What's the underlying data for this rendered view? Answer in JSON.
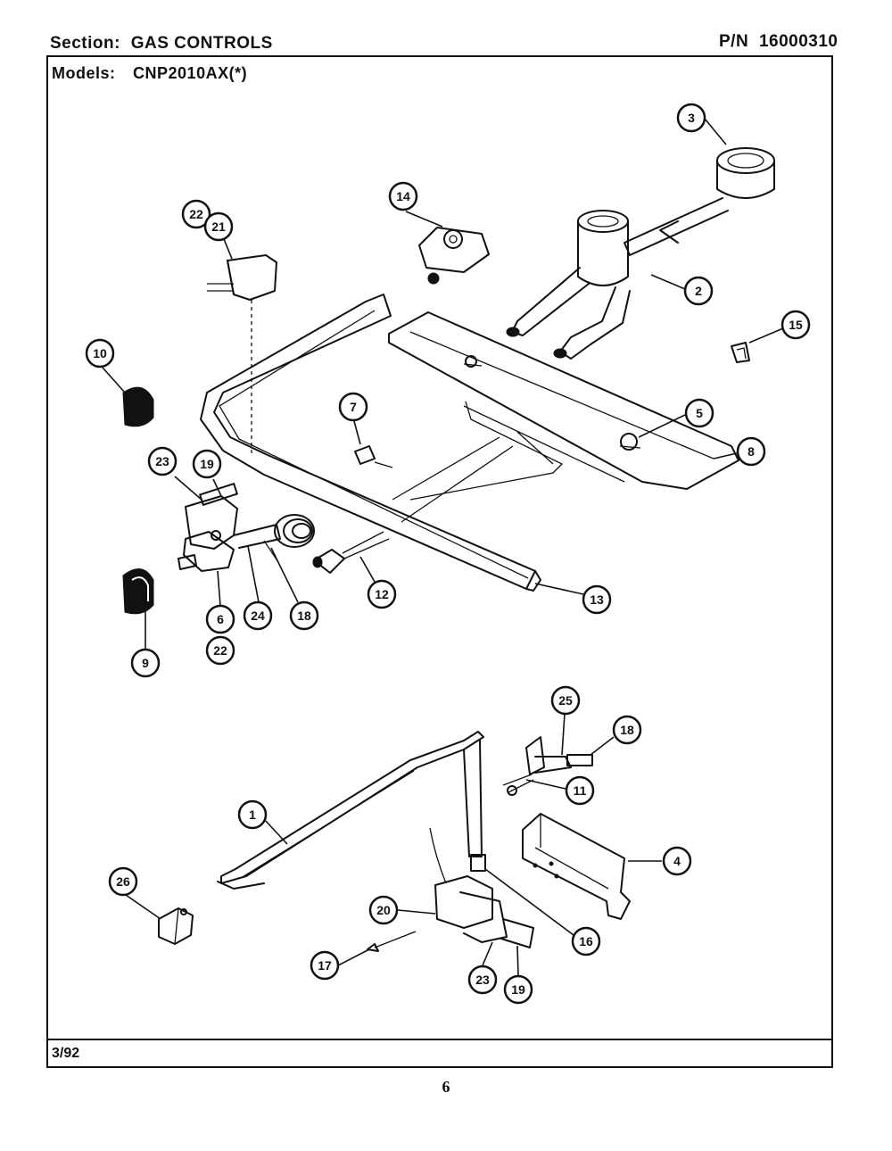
{
  "header": {
    "section_label": "Section:",
    "section_value": "GAS CONTROLS",
    "pn_label": "P/N",
    "pn_value": "16000310"
  },
  "models": {
    "label": "Models:",
    "value": "CNP2010AX(*)"
  },
  "footer": {
    "date": "3/92",
    "page_number": "6"
  },
  "callouts": [
    {
      "key": "c3",
      "label": "3"
    },
    {
      "key": "c14",
      "label": "14"
    },
    {
      "key": "c22a",
      "label": "22"
    },
    {
      "key": "c21",
      "label": "21"
    },
    {
      "key": "c2",
      "label": "2"
    },
    {
      "key": "c15",
      "label": "15"
    },
    {
      "key": "c10",
      "label": "10"
    },
    {
      "key": "c7",
      "label": "7"
    },
    {
      "key": "c5",
      "label": "5"
    },
    {
      "key": "c8",
      "label": "8"
    },
    {
      "key": "c23a",
      "label": "23"
    },
    {
      "key": "c19a",
      "label": "19"
    },
    {
      "key": "c12",
      "label": "12"
    },
    {
      "key": "c13",
      "label": "13"
    },
    {
      "key": "c6",
      "label": "6"
    },
    {
      "key": "c24",
      "label": "24"
    },
    {
      "key": "c18a",
      "label": "18"
    },
    {
      "key": "c22b",
      "label": "22"
    },
    {
      "key": "c9",
      "label": "9"
    },
    {
      "key": "c25",
      "label": "25"
    },
    {
      "key": "c18b",
      "label": "18"
    },
    {
      "key": "c11",
      "label": "11"
    },
    {
      "key": "c1",
      "label": "1"
    },
    {
      "key": "c4",
      "label": "4"
    },
    {
      "key": "c26",
      "label": "26"
    },
    {
      "key": "c20",
      "label": "20"
    },
    {
      "key": "c16",
      "label": "16"
    },
    {
      "key": "c17",
      "label": "17"
    },
    {
      "key": "c23b",
      "label": "23"
    },
    {
      "key": "c19b",
      "label": "19"
    }
  ]
}
